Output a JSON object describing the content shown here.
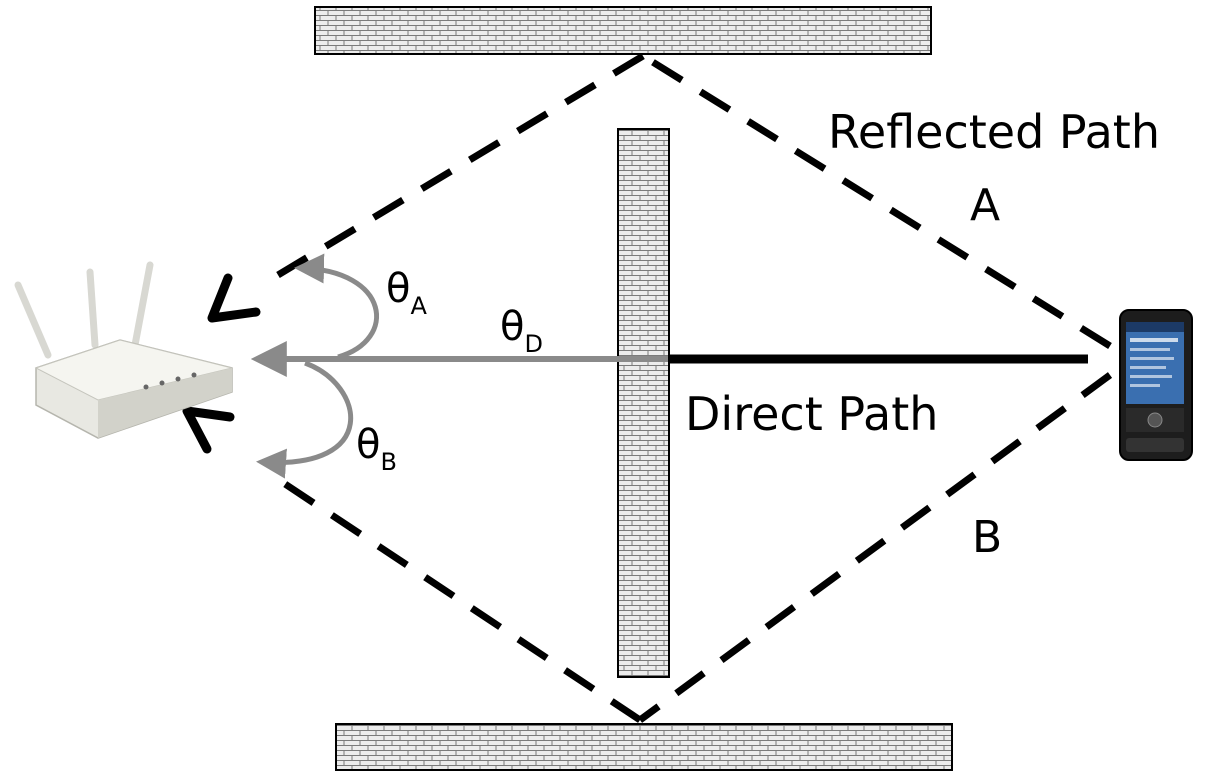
{
  "labels": {
    "reflected_path": "Reflected Path",
    "path_a": "A",
    "path_b": "B",
    "direct_path": "Direct Path",
    "theta": "θ",
    "sub_a": "A",
    "sub_b": "B",
    "sub_d": "D"
  },
  "colors": {
    "line": "#000000",
    "direct_arrow_gray": "#808080",
    "brick_fill": "#ececec",
    "brick_mortar": "#7a7a7a"
  },
  "icons": {
    "access_point": "wireless-router-icon",
    "phone": "smartphone-icon"
  }
}
